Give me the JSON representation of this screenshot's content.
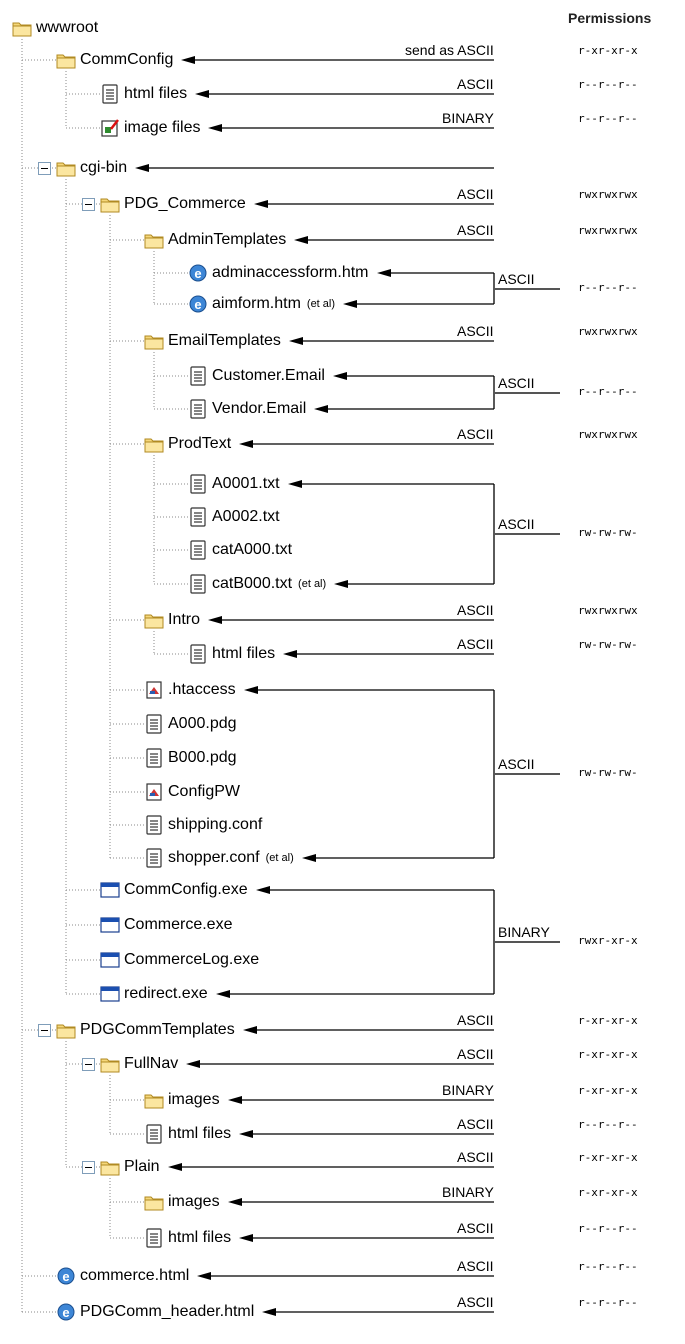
{
  "header": {
    "permissions": "Permissions"
  },
  "tree": [
    {
      "label": "wwwroot",
      "note": "",
      "icon": "folder-icon",
      "depth": 0,
      "transfer": "",
      "perm": ""
    },
    {
      "label": "CommConfig",
      "note": "",
      "icon": "folder-icon",
      "depth": 1,
      "transfer": "send as ASCII",
      "perm": "r-xr-xr-x"
    },
    {
      "label": "html files",
      "note": "",
      "icon": "text-file-icon",
      "depth": 2,
      "transfer": "ASCII",
      "perm": "r--r--r--"
    },
    {
      "label": "image files",
      "note": "",
      "icon": "image-file-icon",
      "depth": 2,
      "transfer": "BINARY",
      "perm": "r--r--r--"
    },
    {
      "label": "cgi-bin",
      "note": "",
      "icon": "folder-icon",
      "depth": 1,
      "transfer": "",
      "perm": ""
    },
    {
      "label": "PDG_Commerce",
      "note": "",
      "icon": "folder-icon",
      "depth": 2,
      "transfer": "ASCII",
      "perm": "rwxrwxrwx"
    },
    {
      "label": "AdminTemplates",
      "note": "",
      "icon": "folder-icon",
      "depth": 3,
      "transfer": "ASCII",
      "perm": "rwxrwxrwx"
    },
    {
      "label": "adminaccessform.htm",
      "note": "",
      "icon": "web-page-icon",
      "depth": 4,
      "transfer": "",
      "perm": ""
    },
    {
      "label": "aimform.htm",
      "note": "(et al)",
      "icon": "web-page-icon",
      "depth": 4,
      "transfer": "",
      "perm": ""
    },
    {
      "label": "EmailTemplates",
      "note": "",
      "icon": "folder-icon",
      "depth": 3,
      "transfer": "ASCII",
      "perm": "rwxrwxrwx"
    },
    {
      "label": "Customer.Email",
      "note": "",
      "icon": "text-file-icon",
      "depth": 4,
      "transfer": "",
      "perm": ""
    },
    {
      "label": "Vendor.Email",
      "note": "",
      "icon": "text-file-icon",
      "depth": 4,
      "transfer": "",
      "perm": ""
    },
    {
      "label": "ProdText",
      "note": "",
      "icon": "folder-icon",
      "depth": 3,
      "transfer": "ASCII",
      "perm": "rwxrwxrwx"
    },
    {
      "label": "A0001.txt",
      "note": "",
      "icon": "text-file-icon",
      "depth": 4,
      "transfer": "",
      "perm": ""
    },
    {
      "label": "A0002.txt",
      "note": "",
      "icon": "text-file-icon",
      "depth": 4,
      "transfer": "",
      "perm": ""
    },
    {
      "label": "catA000.txt",
      "note": "",
      "icon": "text-file-icon",
      "depth": 4,
      "transfer": "",
      "perm": ""
    },
    {
      "label": "catB000.txt",
      "note": "(et al)",
      "icon": "text-file-icon",
      "depth": 4,
      "transfer": "",
      "perm": ""
    },
    {
      "label": "Intro",
      "note": "",
      "icon": "folder-icon",
      "depth": 3,
      "transfer": "ASCII",
      "perm": "rwxrwxrwx"
    },
    {
      "label": "html files",
      "note": "",
      "icon": "text-file-icon",
      "depth": 4,
      "transfer": "ASCII",
      "perm": "rw-rw-rw-"
    },
    {
      "label": ".htaccess",
      "note": "",
      "icon": "config-file-icon",
      "depth": 3,
      "transfer": "",
      "perm": ""
    },
    {
      "label": "A000.pdg",
      "note": "",
      "icon": "text-file-icon",
      "depth": 3,
      "transfer": "",
      "perm": ""
    },
    {
      "label": "B000.pdg",
      "note": "",
      "icon": "text-file-icon",
      "depth": 3,
      "transfer": "",
      "perm": ""
    },
    {
      "label": "ConfigPW",
      "note": "",
      "icon": "config-file-icon",
      "depth": 3,
      "transfer": "",
      "perm": ""
    },
    {
      "label": "shipping.conf",
      "note": "",
      "icon": "text-file-icon",
      "depth": 3,
      "transfer": "",
      "perm": ""
    },
    {
      "label": "shopper.conf",
      "note": "(et al)",
      "icon": "text-file-icon",
      "depth": 3,
      "transfer": "",
      "perm": ""
    },
    {
      "label": "CommConfig.exe",
      "note": "",
      "icon": "program-icon",
      "depth": 2,
      "transfer": "",
      "perm": ""
    },
    {
      "label": "Commerce.exe",
      "note": "",
      "icon": "program-icon",
      "depth": 2,
      "transfer": "",
      "perm": ""
    },
    {
      "label": "CommerceLog.exe",
      "note": "",
      "icon": "program-icon",
      "depth": 2,
      "transfer": "",
      "perm": ""
    },
    {
      "label": "redirect.exe",
      "note": "",
      "icon": "program-icon",
      "depth": 2,
      "transfer": "",
      "perm": ""
    },
    {
      "label": "PDGCommTemplates",
      "note": "",
      "icon": "folder-icon",
      "depth": 1,
      "transfer": "ASCII",
      "perm": "r-xr-xr-x"
    },
    {
      "label": "FullNav",
      "note": "",
      "icon": "folder-icon",
      "depth": 2,
      "transfer": "ASCII",
      "perm": "r-xr-xr-x"
    },
    {
      "label": "images",
      "note": "",
      "icon": "folder-icon",
      "depth": 3,
      "transfer": "BINARY",
      "perm": "r-xr-xr-x"
    },
    {
      "label": "html files",
      "note": "",
      "icon": "text-file-icon",
      "depth": 3,
      "transfer": "ASCII",
      "perm": "r--r--r--"
    },
    {
      "label": "Plain",
      "note": "",
      "icon": "folder-icon",
      "depth": 2,
      "transfer": "ASCII",
      "perm": "r-xr-xr-x"
    },
    {
      "label": "images",
      "note": "",
      "icon": "folder-icon",
      "depth": 3,
      "transfer": "BINARY",
      "perm": "r-xr-xr-x"
    },
    {
      "label": "html files",
      "note": "",
      "icon": "text-file-icon",
      "depth": 3,
      "transfer": "ASCII",
      "perm": "r--r--r--"
    },
    {
      "label": "commerce.html",
      "note": "",
      "icon": "web-page-icon",
      "depth": 1,
      "transfer": "ASCII",
      "perm": "r--r--r--"
    },
    {
      "label": "PDGComm_header.html",
      "note": "",
      "icon": "web-page-icon",
      "depth": 1,
      "transfer": "ASCII",
      "perm": "r--r--r--"
    }
  ],
  "groups": [
    {
      "name": "admin-templates-files",
      "transfer": "ASCII",
      "perm": "r--r--r--"
    },
    {
      "name": "email-templates-files",
      "transfer": "ASCII",
      "perm": "r--r--r--"
    },
    {
      "name": "prodtext-files",
      "transfer": "ASCII",
      "perm": "rw-rw-rw-"
    },
    {
      "name": "pdg-commerce-files",
      "transfer": "ASCII",
      "perm": "rw-rw-rw-"
    },
    {
      "name": "executables",
      "transfer": "BINARY",
      "perm": "rwxr-xr-x"
    }
  ]
}
